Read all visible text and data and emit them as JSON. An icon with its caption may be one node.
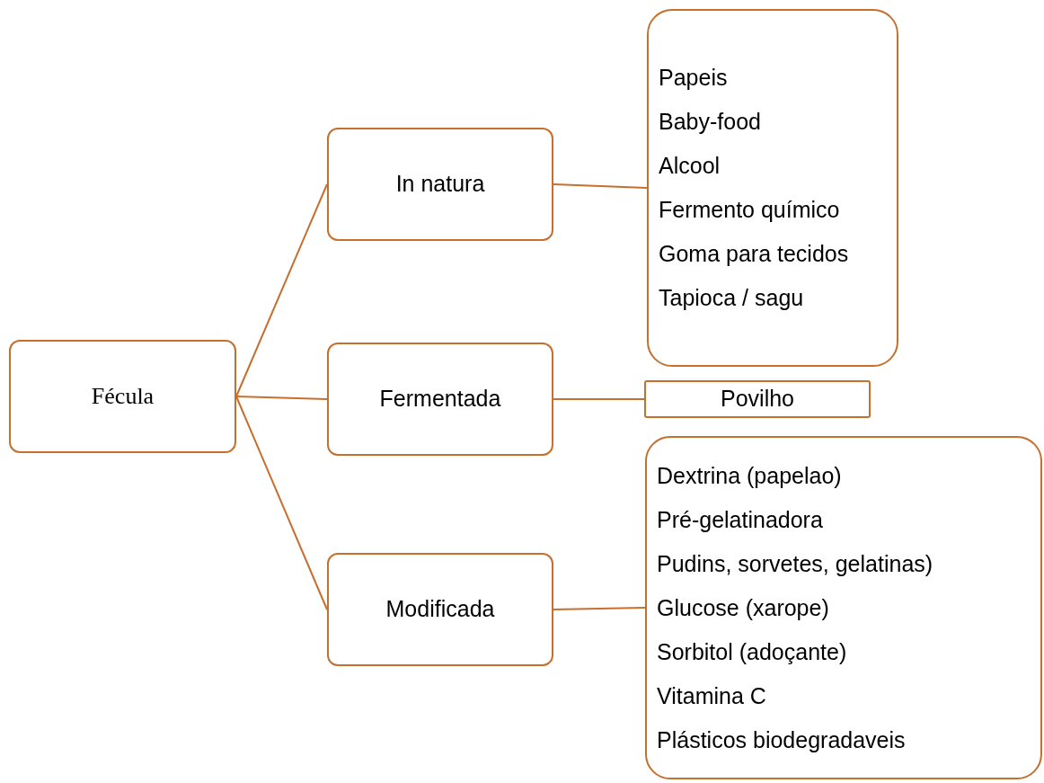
{
  "diagram": {
    "nodes": [
      {
        "text": [
          "Fécula"
        ]
      },
      {
        "text": [
          "In natura"
        ]
      },
      {
        "text": [
          "Fermentada"
        ]
      },
      {
        "text": [
          "Modificada"
        ]
      },
      {
        "text": [
          "Papeis",
          "Baby-food",
          "Alcool",
          "Fermento químico",
          "Goma para tecidos",
          "Tapioca / sagu"
        ]
      },
      {
        "text": [
          "Povilho"
        ]
      },
      {
        "text": [
          "Dextrina (papelao)",
          "Pré-gelatinadora",
          "Pudins, sorvetes, gelatinas)",
          "Glucose (xarope)",
          "Sorbitol (adoçante)",
          "Vitamina C",
          "Plásticos biodegradaveis"
        ]
      }
    ],
    "edges": [
      {
        "from": 0,
        "to": 1,
        "arrow": "none"
      },
      {
        "from": 0,
        "to": 2,
        "arrow": "none"
      },
      {
        "from": 0,
        "to": 3,
        "arrow": "none"
      },
      {
        "from": 1,
        "to": 4,
        "arrow": "none"
      },
      {
        "from": 2,
        "to": 5,
        "arrow": "none"
      },
      {
        "from": 3,
        "to": 6,
        "arrow": "none"
      }
    ]
  }
}
